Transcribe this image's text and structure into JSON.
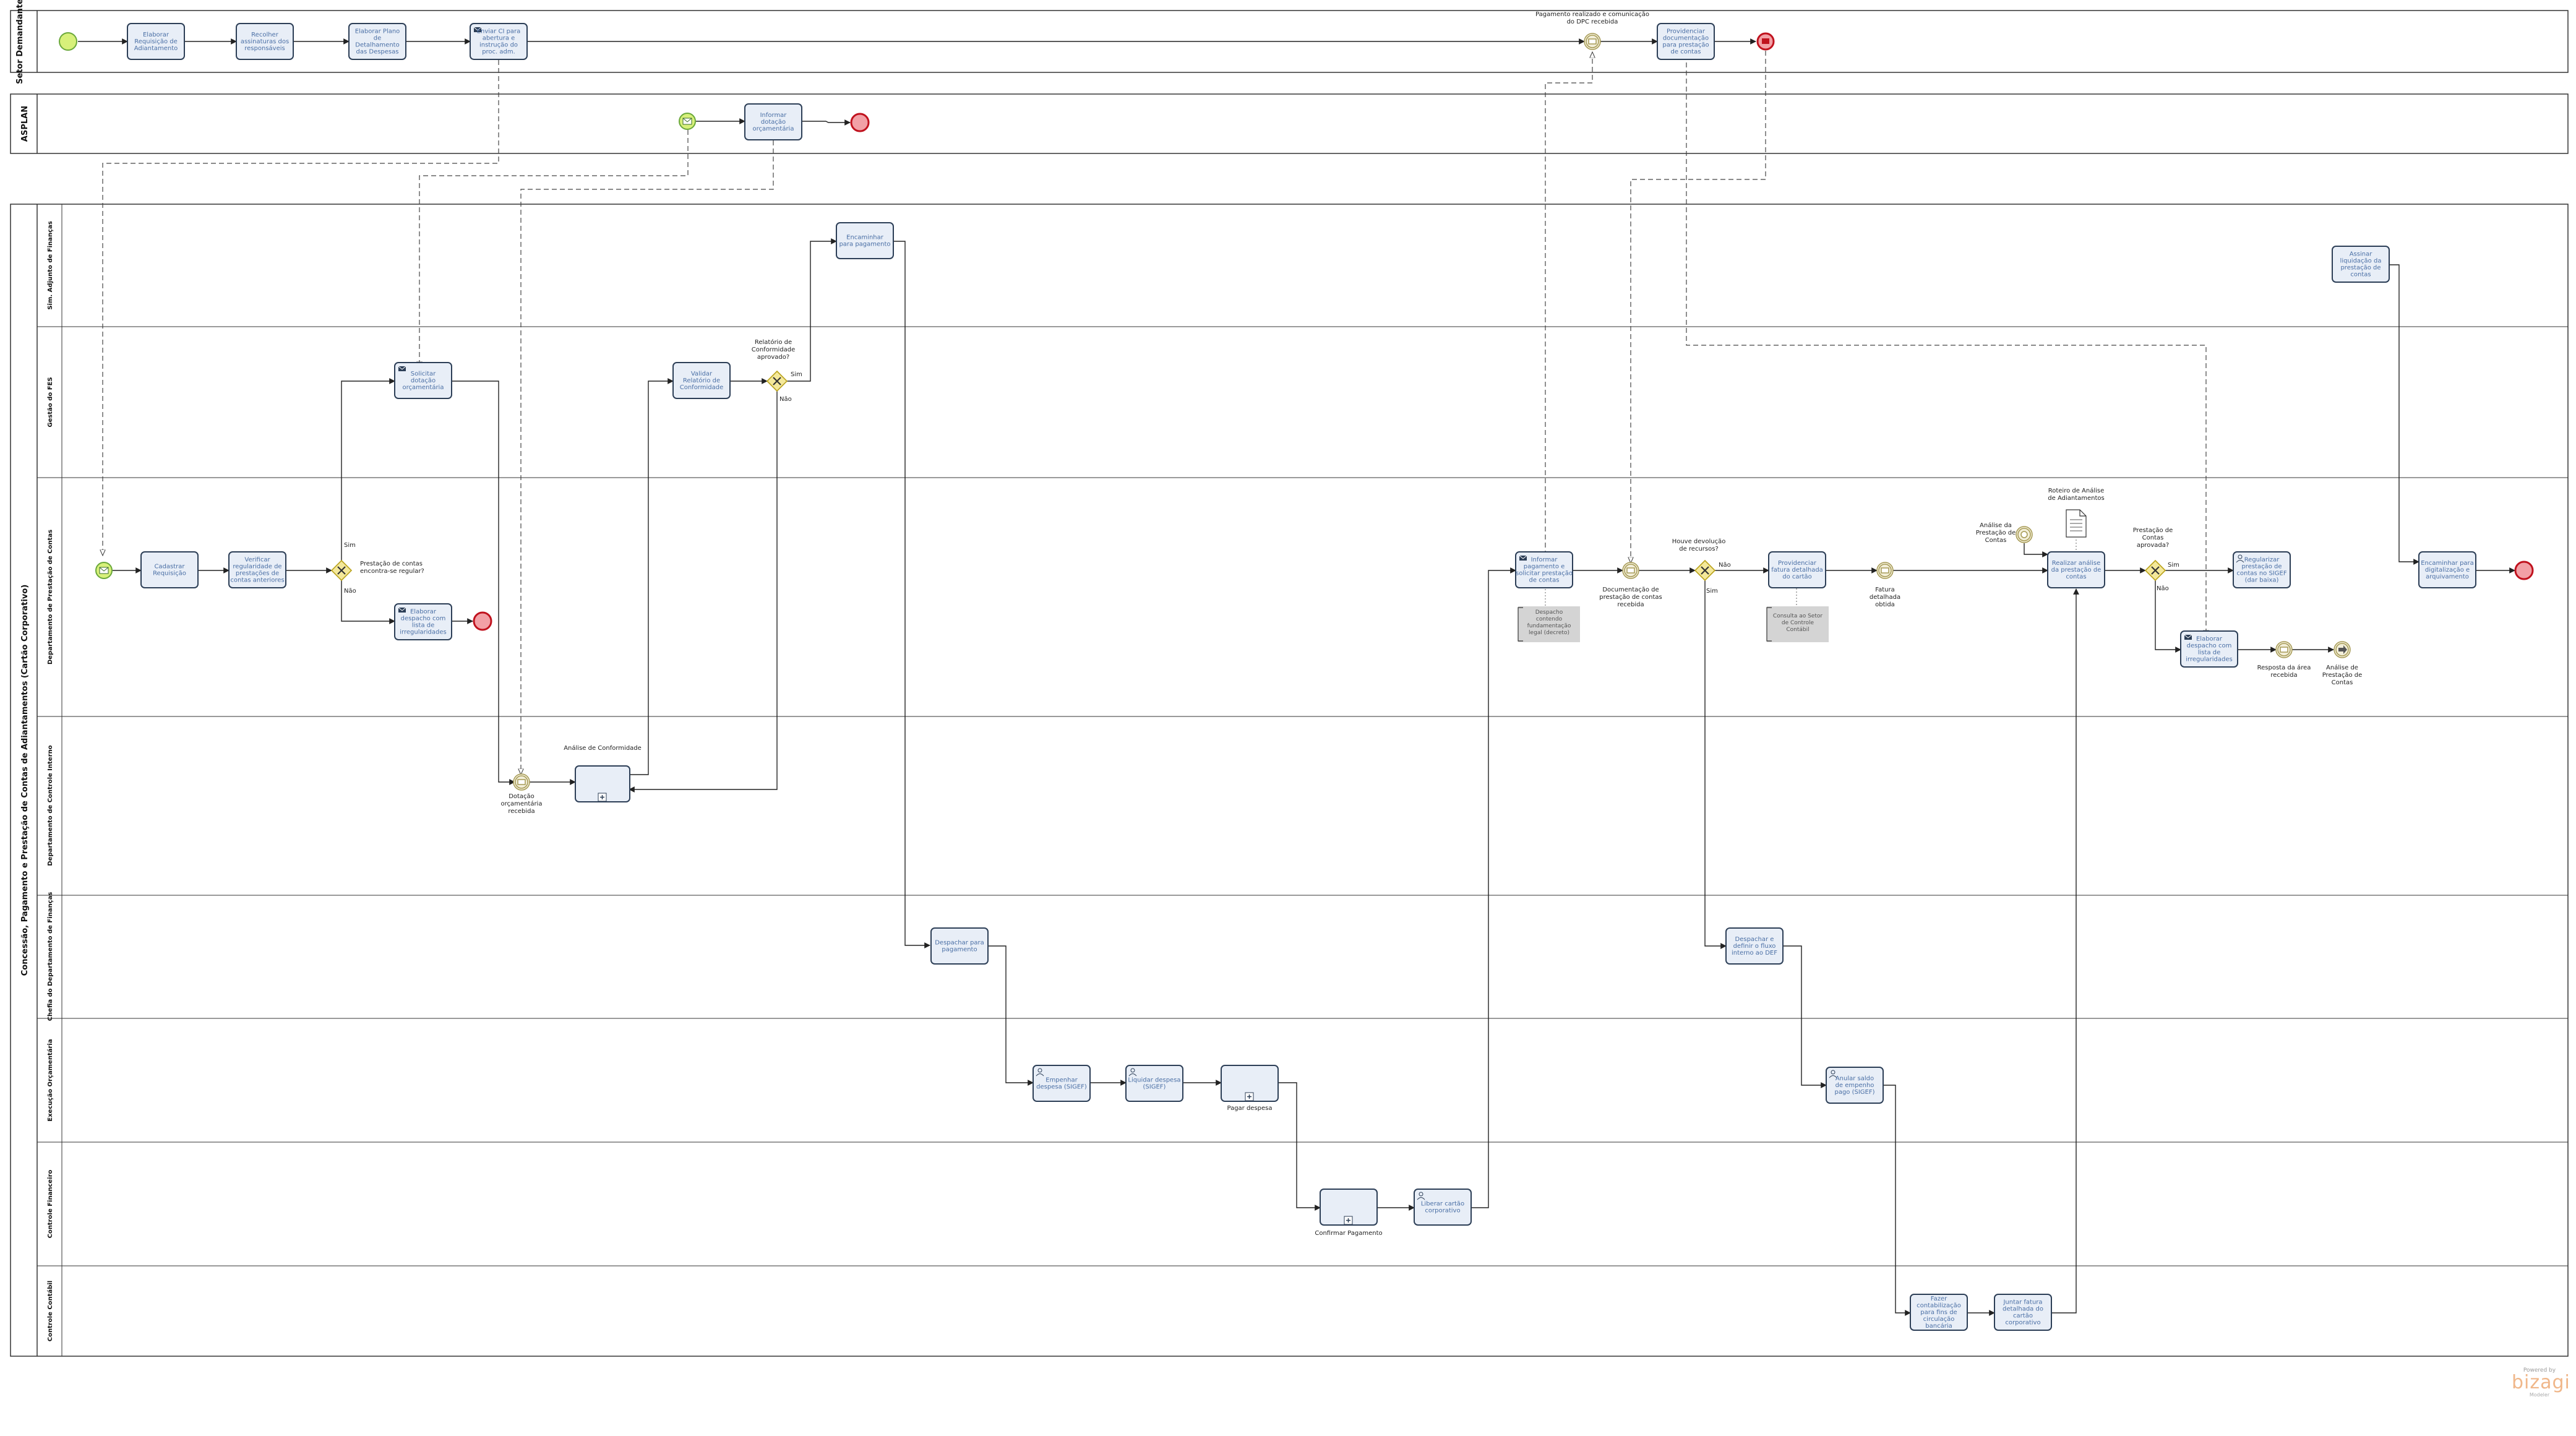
{
  "pools": {
    "demandante": {
      "title": "Setor Demandante"
    },
    "asplan": {
      "title": "ASPLAN"
    },
    "main": {
      "title": "Concessão, Pagamento e Prestação de Contas de Adiantamentos (Cartão Corporativo)"
    }
  },
  "lanes": {
    "sim": "Sim. Adjunto de Finanças",
    "gestao": "Gestão do FES",
    "dpc": "Departamento de Prestação de Contas",
    "dci": "Departamento de Controle Interno",
    "chefia": "Chefia do Departamento de Finanças",
    "exec": "Execução Orçamentária",
    "fin": "Controle Financeiro",
    "cont": "Controle Contábil"
  },
  "tasks": {
    "t1": [
      "Elaborar",
      "Requisição de",
      "Adiantamento"
    ],
    "t2": [
      "Recolher",
      "assinaturas dos",
      "responsáveis"
    ],
    "t3": [
      "Elaborar Plano",
      "de",
      "Detalhamento",
      "das Despesas"
    ],
    "t4": [
      "Enviar CI para",
      "abertura e",
      "instrução do",
      "proc. adm."
    ],
    "t5": [
      "Providenciar",
      "documentação",
      "para prestação",
      "de contas"
    ],
    "t6": [
      "Informar",
      "dotação",
      "orçamentária"
    ],
    "t7": [
      "Encaminhar",
      "para pagamento"
    ],
    "t8": [
      "Assinar",
      "liquidação da",
      "prestação de",
      "contas"
    ],
    "t9": [
      "Solicitar",
      "dotação",
      "orçamentária"
    ],
    "t10": [
      "Validar",
      "Relatório de",
      "Conformidade"
    ],
    "t11": [
      "Cadastrar",
      "Requisição"
    ],
    "t12": [
      "Verificar",
      "regularidade de",
      "prestações de",
      "contas anteriores"
    ],
    "t13": [
      "Elaborar",
      "despacho com",
      "lista de",
      "irregularidades"
    ],
    "t14": [
      "Informar",
      "pagamento e",
      "solicitar prestação",
      "de contas"
    ],
    "t15": [
      "Providenciar",
      "fatura detalhada",
      "do cartão"
    ],
    "t16": [
      "Realizar análise",
      "da prestação de",
      "contas"
    ],
    "t17": [
      "Regularizar",
      "prestação de",
      "contas no SIGEF",
      "(dar baixa)"
    ],
    "t18": [
      "Elaborar",
      "despacho com",
      "lista de",
      "irregularidades"
    ],
    "t19": [
      "Encaminhar para",
      "digitalização e",
      "arquivamento"
    ],
    "t20": [
      "Despachar para",
      "pagamento"
    ],
    "t21": [
      "Despachar e",
      "definir o fluxo",
      "interno ao DEF"
    ],
    "t22": [
      "Empenhar",
      "despesa (SIGEF)"
    ],
    "t23": [
      "Liquidar despesa",
      "(SIGEF)"
    ],
    "t24": [
      "Anular saldo",
      "de empenho",
      "pago (SIGEF)"
    ],
    "t25": [
      "Liberar cartão",
      "corporativo"
    ],
    "t26": [
      "Fazer",
      "contabilização",
      "para fins de",
      "circulação",
      "bancária"
    ],
    "t27": [
      "Juntar fatura",
      "detalhada do",
      "cartão",
      "corporativo"
    ]
  },
  "subprocesses": {
    "sp1": "Análise de Conformidade",
    "sp2": "Pagar despesa",
    "sp3": "Confirmar Pagamento"
  },
  "labels": {
    "pagamento_recebido": [
      "Pagamento realizado e comunicação",
      "do DPC recebida"
    ],
    "relatorio_aprovado": [
      "Relatório de",
      "Conformidade",
      "aprovado?"
    ],
    "sim1": "Sim",
    "nao1": "Não",
    "prestacao_regular": [
      "Prestação de contas",
      "encontra-se regular?"
    ],
    "sim2": "Sim",
    "nao2": "Não",
    "dotacao_recebida": [
      "Dotação",
      "orçamentária",
      "recebida"
    ],
    "documentacao_recebida": [
      "Documentação de",
      "prestação de contas",
      "recebida"
    ],
    "houve_devolucao": [
      "Houve devolução",
      "de recursos?"
    ],
    "nao3": "Não",
    "sim3": "Sim",
    "fatura_obtida": [
      "Fatura",
      "detalhada",
      "obtida"
    ],
    "analise_prestacao": [
      "Análise da",
      "Prestação de",
      "Contas"
    ],
    "roteiro_analise": [
      "Roteiro de Análise",
      "de Adiantamentos"
    ],
    "prestacao_aprovada": [
      "Prestação de",
      "Contas",
      "aprovada?"
    ],
    "sim4": "Sim",
    "nao4": "Não",
    "resposta_area": [
      "Resposta da área",
      "recebida"
    ],
    "analise_prestacao2": [
      "Análise de",
      "Prestação de",
      "Contas"
    ]
  },
  "annotations": {
    "a1": [
      "Despacho",
      "contendo",
      "fundamentação",
      "legal (decreto)"
    ],
    "a2": [
      "Consulta ao Setor",
      "de Controle",
      "Contábil"
    ]
  },
  "branding": {
    "powered": "Powered by",
    "brand": "bizagi",
    "sub": "Modeler"
  },
  "colors": {
    "task_fill": "#e8eef7",
    "task_stroke": "#2c3e56",
    "task_text": "#4a6fa5",
    "start_fill": "#d7f07a",
    "start_stroke": "#6aa83a",
    "end_fill": "#f2a0a6",
    "end_stroke": "#c0121e",
    "gateway_fill": "#f4e89a",
    "gateway_stroke": "#b9a21c",
    "inter_fill": "#f2eed8",
    "inter_stroke": "#a69a55"
  }
}
